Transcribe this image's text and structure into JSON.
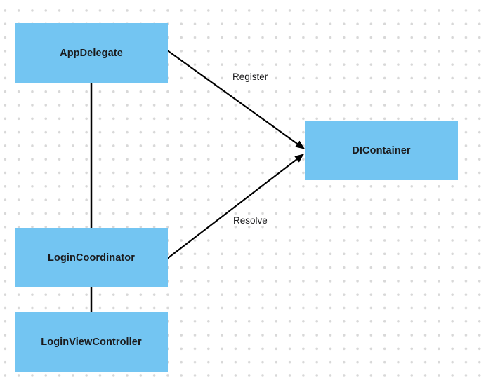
{
  "diagram": {
    "colors": {
      "node_fill": "#73c5f2",
      "edge_line": "#000000",
      "label_text": "#1b1b1d",
      "grid_dot": "#d8d8d8",
      "background": "#ffffff"
    },
    "nodes": [
      {
        "id": "app-delegate",
        "label": "AppDelegate"
      },
      {
        "id": "di-container",
        "label": "DIContainer"
      },
      {
        "id": "login-coordinator",
        "label": "LoginCoordinator"
      },
      {
        "id": "login-view-controller",
        "label": "LoginViewController"
      }
    ],
    "edges": [
      {
        "from": "AppDelegate",
        "to": "DIContainer",
        "label": "Register",
        "style": "arrow"
      },
      {
        "from": "LoginCoordinator",
        "to": "DIContainer",
        "label": "Resolve",
        "style": "arrow"
      },
      {
        "from": "AppDelegate",
        "to": "LoginCoordinator",
        "label": "",
        "style": "plain"
      },
      {
        "from": "LoginCoordinator",
        "to": "LoginViewController",
        "label": "",
        "style": "plain"
      }
    ]
  }
}
